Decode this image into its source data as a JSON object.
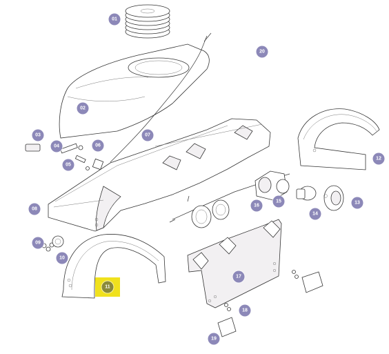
{
  "diagram": {
    "callouts": [
      {
        "label": "01",
        "name": "callout-01"
      },
      {
        "label": "02",
        "name": "callout-02"
      },
      {
        "label": "03",
        "name": "callout-03"
      },
      {
        "label": "04",
        "name": "callout-04"
      },
      {
        "label": "05",
        "name": "callout-05"
      },
      {
        "label": "06",
        "name": "callout-06"
      },
      {
        "label": "07",
        "name": "callout-07"
      },
      {
        "label": "08",
        "name": "callout-08"
      },
      {
        "label": "09",
        "name": "callout-09"
      },
      {
        "label": "10",
        "name": "callout-10"
      },
      {
        "label": "11",
        "name": "callout-11",
        "highlighted": true
      },
      {
        "label": "12",
        "name": "callout-12"
      },
      {
        "label": "13",
        "name": "callout-13"
      },
      {
        "label": "14",
        "name": "callout-14"
      },
      {
        "label": "15",
        "name": "callout-15"
      },
      {
        "label": "16",
        "name": "callout-16"
      },
      {
        "label": "17",
        "name": "callout-17"
      },
      {
        "label": "18",
        "name": "callout-18"
      },
      {
        "label": "19",
        "name": "callout-19"
      },
      {
        "label": "20",
        "name": "callout-20"
      }
    ],
    "colors": {
      "callout": "#8c88b8",
      "highlight": "#f0e11d",
      "line": "#333333",
      "panel_fill": "#f2f0f2"
    }
  }
}
